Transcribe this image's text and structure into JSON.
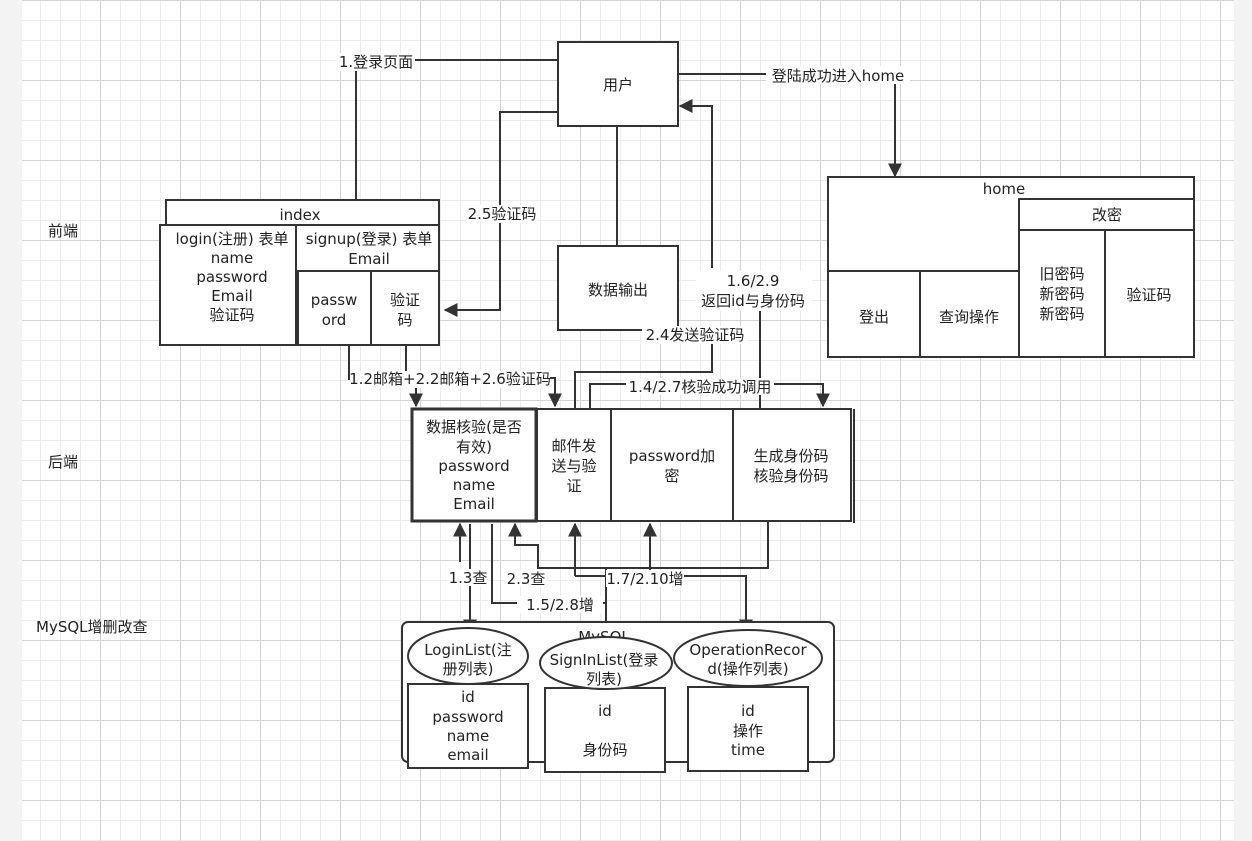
{
  "sections": {
    "frontend": "前端",
    "backend": "后端",
    "mysql": "MySQL增删改查"
  },
  "user": "用户",
  "data_output": "数据输出",
  "index": {
    "title": "index",
    "login_col": [
      "login(注册) 表单",
      "name",
      "password",
      "Email",
      "验证码"
    ],
    "signup_header": [
      "signup(登录) 表单",
      "Email"
    ],
    "password_cell": [
      "passw",
      "ord"
    ],
    "code_cell": [
      "验证",
      "码"
    ]
  },
  "home": {
    "title": "home",
    "change_pwd": "改密",
    "logout": "登出",
    "query": "查询操作",
    "pwd_fields": [
      "旧密码",
      "新密码",
      "新密码"
    ],
    "code": "验证码"
  },
  "backend": {
    "verify": [
      "数据核验(是否",
      "有效)",
      "password",
      "name",
      "Email"
    ],
    "mail": [
      "邮件发",
      "送与验",
      "证"
    ],
    "encrypt": [
      "password加",
      "密"
    ],
    "identity": [
      "生成身份码",
      "核验身份码"
    ]
  },
  "mysql": {
    "container": "MySQL",
    "login_list": {
      "title": [
        "LoginList(注",
        "册列表)"
      ],
      "fields": [
        "id",
        "password",
        "name",
        "email"
      ]
    },
    "signin_list": {
      "title": [
        "SignInList(登录",
        "列表)"
      ],
      "fields": [
        "id",
        "",
        "身份码"
      ]
    },
    "operation_record": {
      "title": [
        "OperationRecor",
        "d(操作列表)"
      ],
      "fields": [
        "id",
        "操作",
        "time"
      ]
    }
  },
  "edges": {
    "e1_1": "1.登录页面",
    "e_home": "登陆成功进入home",
    "e2_5": "2.5验证码",
    "e1_6": [
      "1.6/2.9",
      "返回id与身份码"
    ],
    "e2_4": "2.4发送验证码",
    "e1_2": "1.2邮箱+2.2邮箱+2.6验证码",
    "e1_4": "1.4/2.7核验成功调用",
    "e1_3": "1.3查",
    "e2_3": "2.3查",
    "e1_5": "1.5/2.8增",
    "e1_7": "1.7/2.10增"
  }
}
